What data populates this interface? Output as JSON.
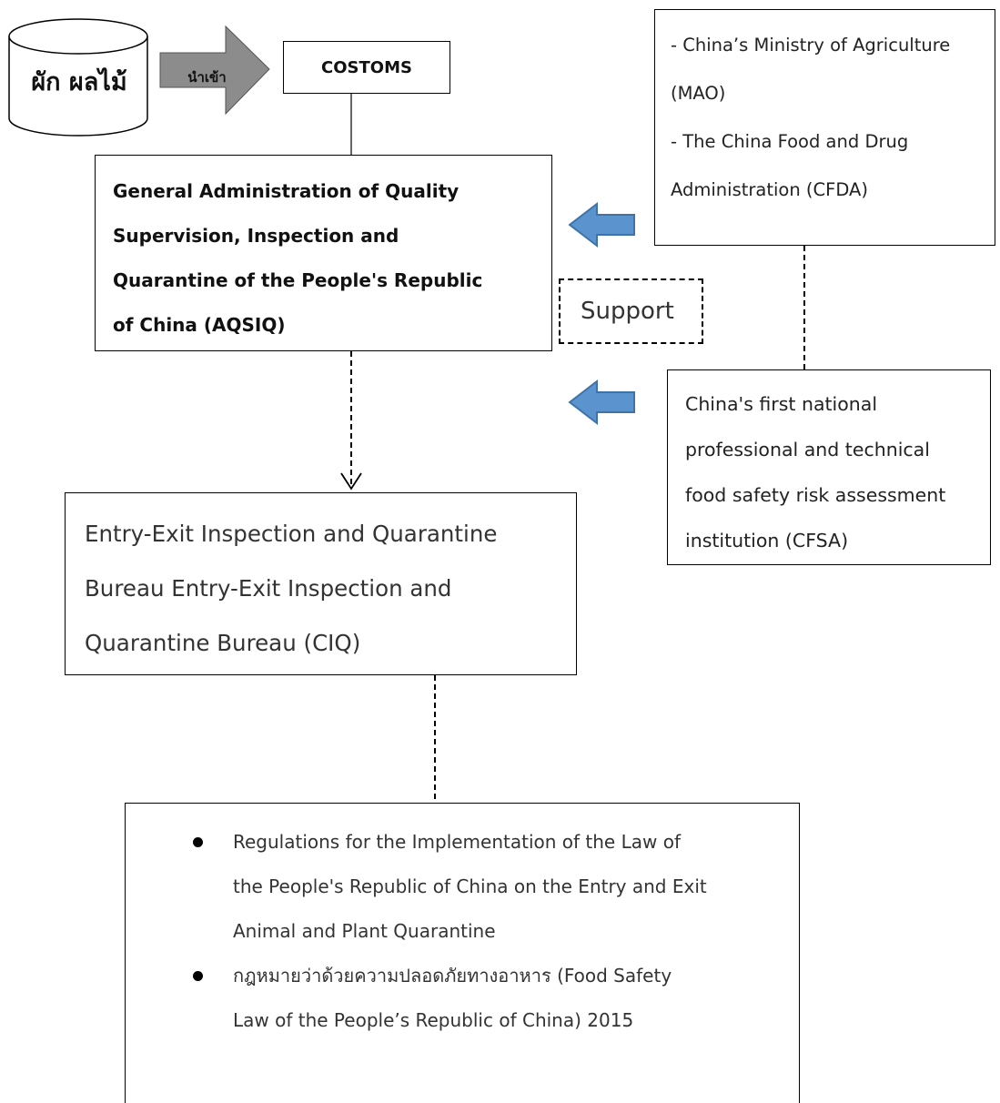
{
  "cylinder": {
    "label": "ผัก ผลไม้"
  },
  "import_arrow": {
    "label": "นำเข้า"
  },
  "customs": {
    "label": "COSTOMS"
  },
  "aqsiq": {
    "lines": [
      "General Administration of Quality",
      "Supervision, Inspection and",
      "Quarantine of the People's Republic",
      "of China (AQSIQ)"
    ]
  },
  "ministry": {
    "lines": [
      "- China’s Ministry of Agriculture",
      "(MAO)",
      "- The China Food and Drug",
      "Administration (CFDA)"
    ]
  },
  "support": {
    "label": "Support"
  },
  "cfsa": {
    "lines": [
      "China's first national",
      "professional and technical",
      "food safety risk assessment",
      "institution (CFSA)"
    ]
  },
  "ciq": {
    "lines": [
      "Entry-Exit Inspection and Quarantine",
      "Bureau Entry-Exit Inspection and",
      "Quarantine Bureau (CIQ)"
    ]
  },
  "laws": {
    "items": [
      {
        "lines": [
          "Regulations for the Implementation of the Law of",
          "the People's Republic of China on the Entry and Exit",
          "Animal and Plant Quarantine"
        ]
      },
      {
        "lines": [
          "กฎหมายว่าด้วยความปลอดภัยทางอาหาร (Food Safety",
          "Law of the People’s Republic of China) 2015"
        ]
      }
    ]
  },
  "colors": {
    "blue_arrow_fill": "#5b93cf",
    "blue_arrow_stroke": "#3f73a8",
    "gray_arrow_fill": "#8c8c8c",
    "line": "#000000"
  }
}
